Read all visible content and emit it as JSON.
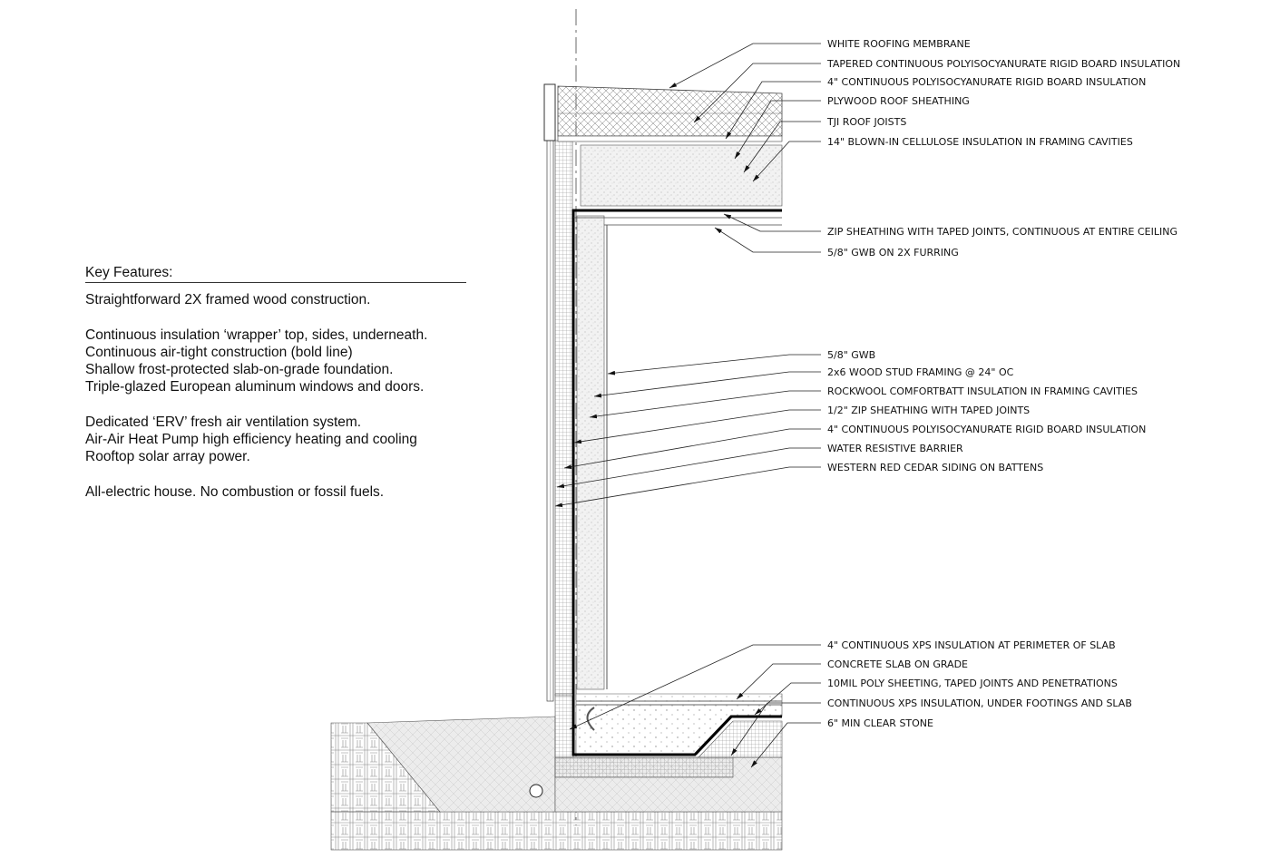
{
  "key_features": {
    "heading": "Key Features:",
    "groups": [
      [
        "Straightforward 2X framed wood construction."
      ],
      [
        "Continuous insulation ‘wrapper’ top, sides, underneath.",
        "Continuous air-tight construction (bold line)",
        "Shallow frost-protected slab-on-grade foundation.",
        "Triple-glazed European aluminum windows and doors."
      ],
      [
        "Dedicated ‘ERV’ fresh air ventilation system.",
        "Air-Air Heat Pump high efficiency heating and cooling",
        "Rooftop solar array power."
      ],
      [
        "All-electric house. No combustion or fossil fuels."
      ]
    ]
  },
  "labels": {
    "roof": [
      "WHITE ROOFING MEMBRANE",
      "TAPERED CONTINUOUS POLYISOCYANURATE RIGID BOARD INSULATION",
      "4\" CONTINUOUS POLYISOCYANURATE RIGID BOARD INSULATION",
      "PLYWOOD ROOF SHEATHING",
      "TJI ROOF JOISTS",
      "14\" BLOWN-IN CELLULOSE INSULATION IN FRAMING CAVITIES"
    ],
    "ceiling": [
      "ZIP SHEATHING WITH TAPED JOINTS, CONTINUOUS AT ENTIRE CEILING",
      "5/8\" GWB ON 2X FURRING"
    ],
    "wall": [
      "5/8\" GWB",
      "2x6 WOOD STUD FRAMING @ 24\" OC",
      "ROCKWOOL COMFORTBATT INSULATION IN FRAMING CAVITIES",
      "1/2\" ZIP SHEATHING WITH TAPED JOINTS",
      "4\" CONTINUOUS POLYISOCYANURATE RIGID BOARD INSULATION",
      "WATER RESISTIVE BARRIER",
      "WESTERN RED CEDAR SIDING ON BATTENS"
    ],
    "foundation": [
      "4\" CONTINUOUS XPS INSULATION AT PERIMETER OF SLAB",
      "CONCRETE SLAB ON GRADE",
      "10MIL POLY SHEETING, TAPED JOINTS AND PENETRATIONS",
      "CONTINUOUS XPS INSULATION, UNDER FOOTINGS AND SLAB",
      "6\" MIN CLEAR STONE"
    ]
  }
}
